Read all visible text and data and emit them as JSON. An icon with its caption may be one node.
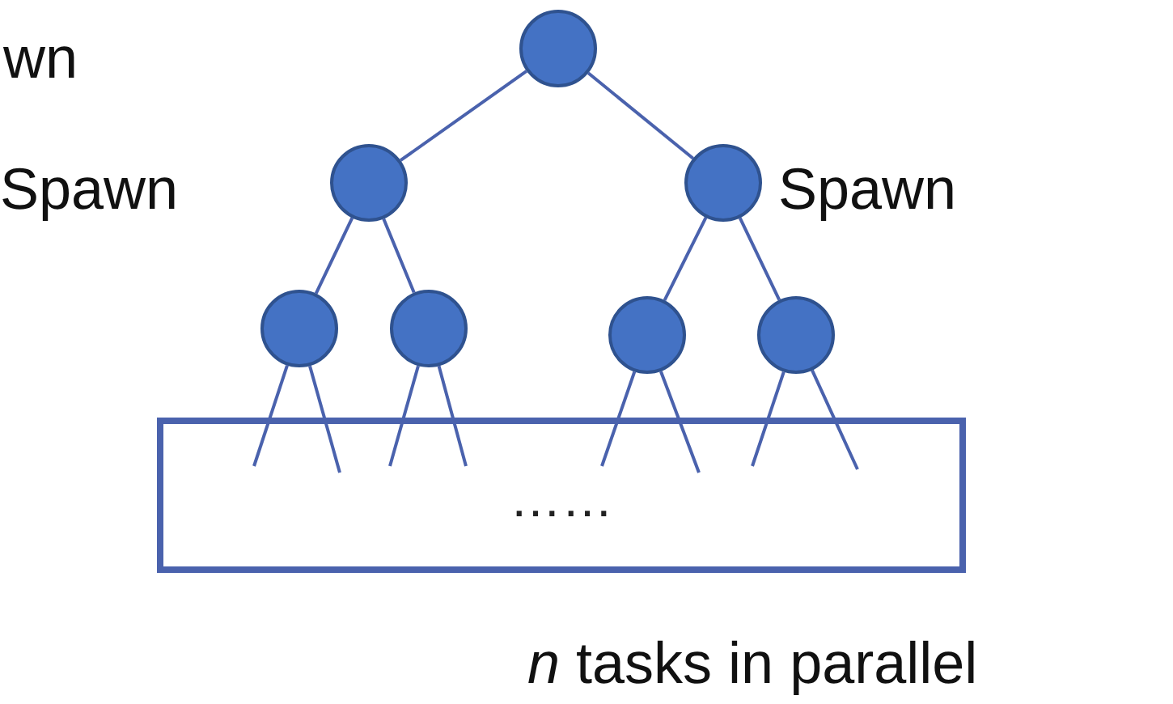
{
  "diagram": {
    "nodes": [
      {
        "text": [],
        "shape": "circle"
      },
      {
        "text": [],
        "shape": "circle",
        "beside": [
          "Spawn"
        ]
      },
      {
        "text": [],
        "shape": "circle",
        "beside": [
          "Spawn"
        ]
      },
      {
        "text": [],
        "shape": "circle"
      },
      {
        "text": [],
        "shape": "circle"
      },
      {
        "text": [],
        "shape": "circle"
      },
      {
        "text": [],
        "shape": "circle"
      },
      {
        "text": [
          "……"
        ]
      }
    ],
    "edges": [
      {
        "from": 0,
        "to": 1,
        "arrow": "none"
      },
      {
        "from": 0,
        "to": 2,
        "arrow": "none"
      },
      {
        "from": 1,
        "to": 3,
        "arrow": "none"
      },
      {
        "from": 1,
        "to": 4,
        "arrow": "none"
      },
      {
        "from": 2,
        "to": 5,
        "arrow": "none"
      },
      {
        "from": 2,
        "to": 6,
        "arrow": "none"
      },
      {
        "from": 3,
        "to": 7,
        "arrow": "none"
      },
      {
        "from": 3,
        "to": 7,
        "arrow": "none"
      },
      {
        "from": 4,
        "to": 7,
        "arrow": "none"
      },
      {
        "from": 4,
        "to": 7,
        "arrow": "none"
      },
      {
        "from": 5,
        "to": 7,
        "arrow": "none"
      },
      {
        "from": 5,
        "to": 7,
        "arrow": "none"
      },
      {
        "from": 6,
        "to": 7,
        "arrow": "none"
      },
      {
        "from": 6,
        "to": 7,
        "arrow": "none"
      }
    ],
    "labels": [
      "wn",
      "*n* tasks in parallel"
    ]
  }
}
